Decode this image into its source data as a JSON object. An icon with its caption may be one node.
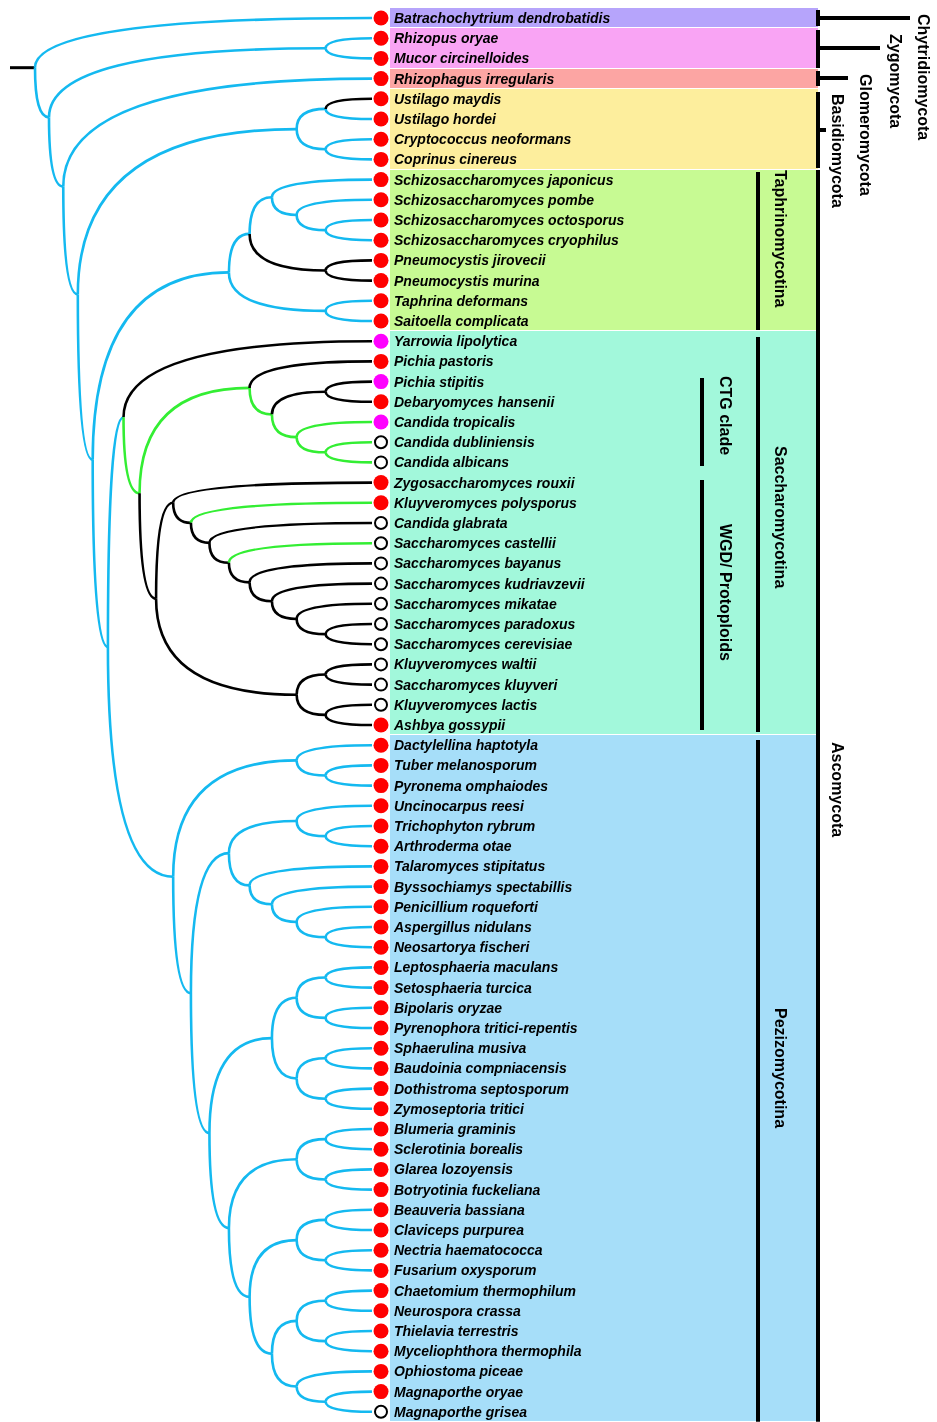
{
  "diagram": {
    "nodes": [
      {
        "text": [
          "Batrachochytrium dendrobatidis"
        ]
      },
      {
        "text": [
          "Rhizopus oryae",
          "Mucor circinelloides"
        ]
      },
      {
        "text": [
          "Rhizophagus irregularis"
        ]
      },
      {
        "text": [
          "Ustilago maydis",
          "Ustilago hordei",
          "Cryptococcus neoformans",
          "Coprinus cinereus"
        ]
      },
      {
        "text": [
          "Schizosaccharomyces japonicus",
          "Schizosaccharomyces pombe",
          "Schizosaccharomyces octosporus",
          "Schizosaccharomyces cryophilus",
          "Pneumocystis jirovecii",
          "Pneumocystis murina",
          "Taphrina deformans",
          "Saitoella complicata"
        ]
      },
      {
        "text": [
          "Yarrowia lipolytica",
          "Pichia pastoris",
          "Pichia stipitis",
          "Debaryomyces hansenii",
          "Candida tropicalis",
          "Candida dubliniensis",
          "Candida albicans",
          "Zygosaccharomyces rouxii",
          "Kluyveromyces polysporus",
          "Candida glabrata",
          "Saccharomyces castellii",
          "Saccharomyces bayanus",
          "Saccharomyces kudriavzevii",
          "Saccharomyces mikatae",
          "Saccharomyces paradoxus",
          "Saccharomyces cerevisiae",
          "Kluyveromyces waltii",
          "Saccharomyces kluyveri",
          "Kluyveromyces lactis",
          "Ashbya gossypii"
        ]
      },
      {
        "text": [
          "Dactylellina haptotyla",
          "Tuber melanosporum",
          "Pyronema omphaiodes",
          "Uncinocarpus reesi",
          "Trichophyton rybrum",
          "Arthroderma otae",
          "Talaromyces stipitatus",
          "Byssochiamys spectabillis",
          "Penicillium roqueforti",
          "Aspergillus nidulans",
          "Neosartorya fischeri",
          "Leptosphaeria maculans",
          "Setosphaeria turcica",
          "Bipolaris oryzae",
          "Pyrenophora tritici-repentis",
          "Sphaerulina musiva",
          "Baudoinia compniacensis",
          "Dothistroma septosporum",
          "Zymoseptoria tritici",
          "Blumeria graminis",
          "Sclerotinia borealis",
          "Glarea lozoyensis",
          "Botryotinia fuckeliana",
          "Beauveria bassiana",
          "Claviceps purpurea",
          "Nectria haematococca",
          "Fusarium oxysporum",
          "Chaetomium thermophilum",
          "Neurospora crassa",
          "Thielavia terrestris",
          "Myceliophthora thermophila",
          "Ophiostoma piceae",
          "Magnaporthe oryae",
          "Magnaporthe grisea"
        ]
      }
    ],
    "labels": [
      "Chytridiomycota",
      "Zygomycota",
      "Glomeromycota",
      "Basidiomycota",
      "Taphrinomycotina",
      "CTG clade",
      "Saccharomycotina",
      "WGD/ Protoploids",
      "Ascomycota",
      "Pezizomycotina"
    ]
  }
}
